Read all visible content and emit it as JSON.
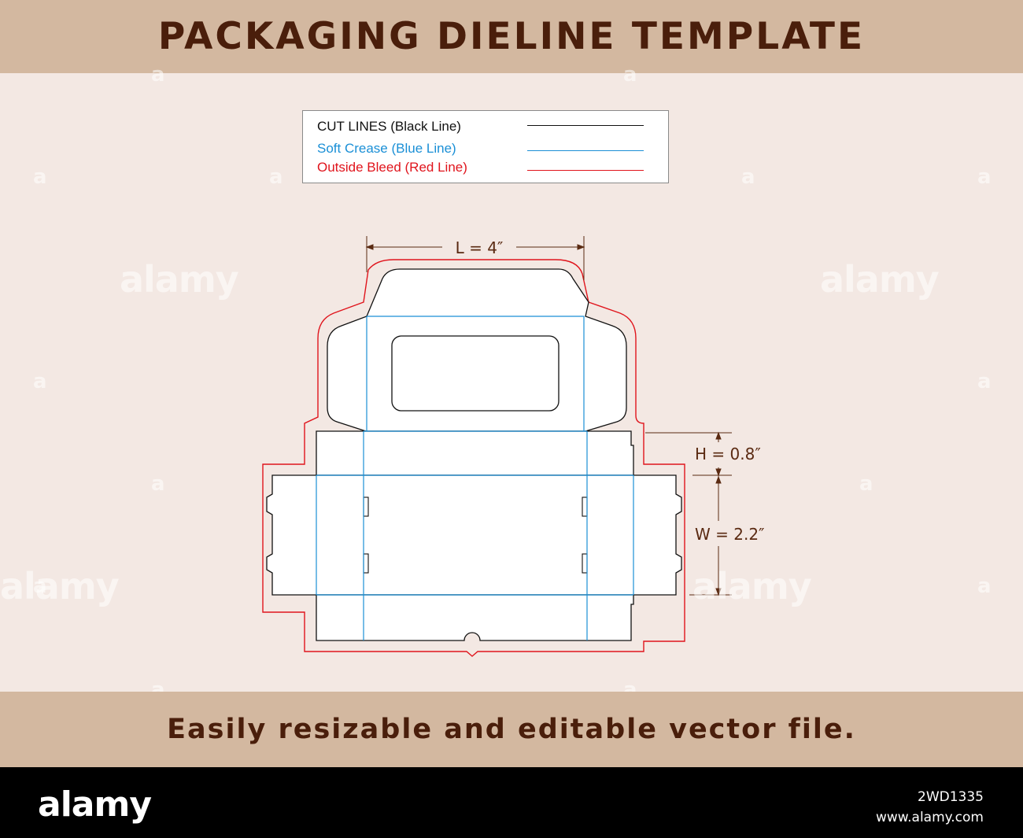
{
  "header": {
    "title": "PACKAGING DIELINE TEMPLATE"
  },
  "legend": {
    "items": [
      {
        "label": "CUT LINES (Black Line)",
        "color": "#111111"
      },
      {
        "label": "Soft Crease (Blue Line)",
        "color": "#1a8fd6"
      },
      {
        "label": "Outside Bleed (Red Line)",
        "color": "#e0141c"
      }
    ]
  },
  "dimensions": {
    "length": "L = 4″",
    "height": "H = 0.8″",
    "width": "W = 2.2″"
  },
  "footer_band": {
    "text": "Easily resizable and editable vector file."
  },
  "watermark": {
    "logo": "alamy",
    "letter": "a",
    "image_id": "2WD1335",
    "site": "www.alamy.com"
  },
  "colors": {
    "band": "#d3b8a0",
    "background": "#f3e8e3",
    "title_text": "#4a1e0b",
    "cut": "#111111",
    "crease": "#1a8fd6",
    "bleed": "#e0141c"
  }
}
